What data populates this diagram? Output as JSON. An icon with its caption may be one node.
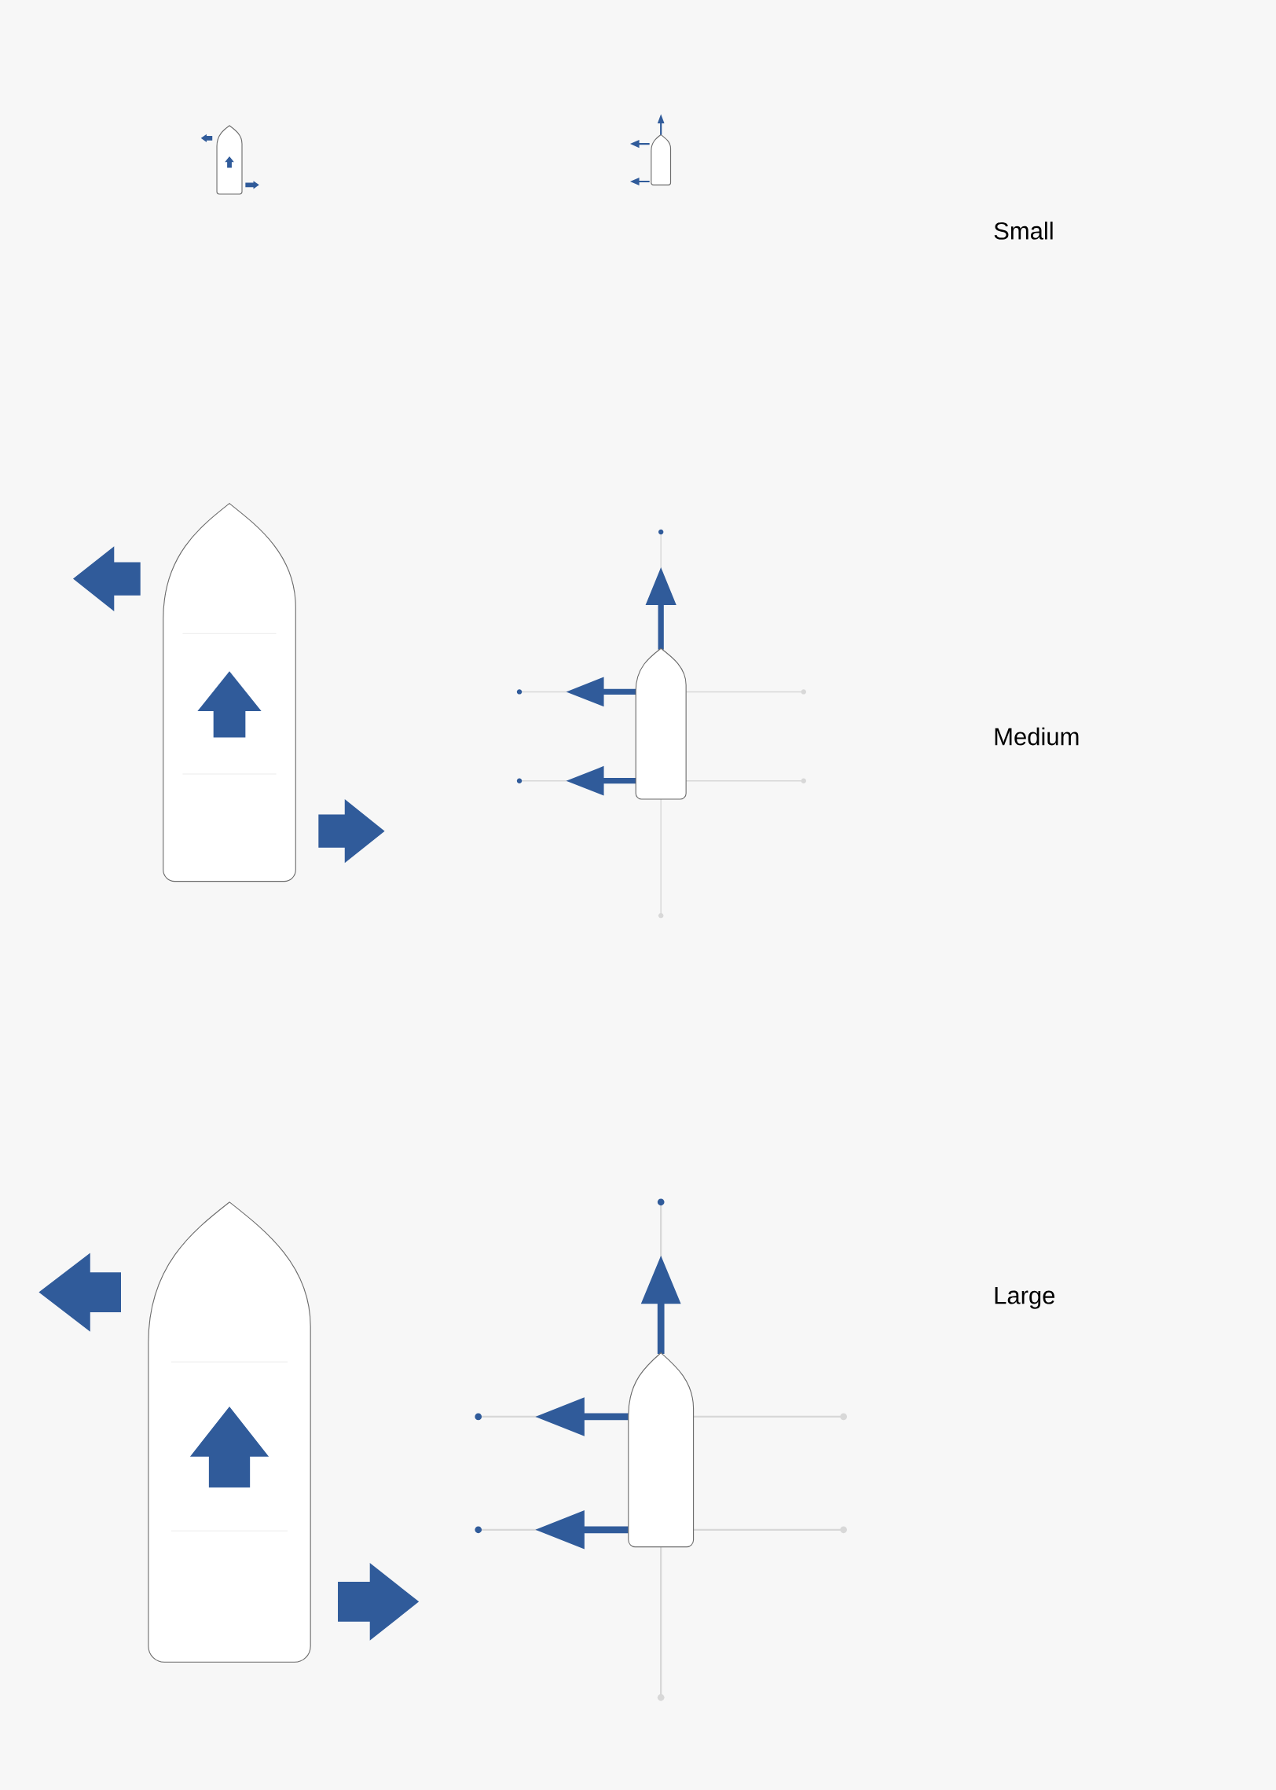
{
  "diagram": {
    "labels": [
      "Small",
      "Medium",
      "Large"
    ]
  }
}
